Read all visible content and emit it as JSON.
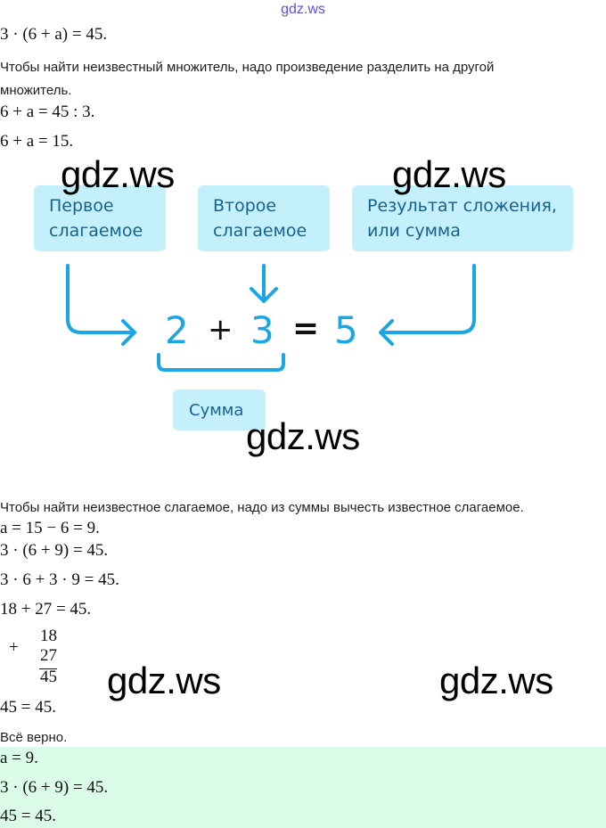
{
  "header": {
    "link_text": "gdz.ws"
  },
  "watermark": "gdz.ws",
  "lines": {
    "eq1": "3 · (6 + a) = 45.",
    "rule1_line1": "Чтобы найти неизвестный множитель, надо произведение разделить на другой",
    "rule1_line2": "множитель.",
    "eq2": "6 + a = 45 : 3.",
    "eq3": "6 + a = 15.",
    "rule2": "Чтобы найти неизвестное слагаемое, надо из суммы вычесть известное слагаемое.",
    "eq4": "a = 15 − 6 = 9.",
    "eq5": "3 · (6 + 9) = 45.",
    "eq6": "3 · 6 + 3 · 9 = 45.",
    "eq7": "18 + 27 = 45.",
    "eq8": "45 = 45.",
    "check": "Всё верно."
  },
  "column_addition": {
    "sign": "+",
    "a": "18",
    "b": "27",
    "result": "45"
  },
  "answer": {
    "a": "a = 9.",
    "check1": "3 · (6 + 9) = 45.",
    "check2": "45 = 45."
  },
  "diagram": {
    "box_first": [
      "Первое",
      "слагаемое"
    ],
    "box_second": [
      "Второе",
      "слагаемое"
    ],
    "box_result": [
      "Результат сложения,",
      "или сумма"
    ],
    "box_sum": "Сумма",
    "num1": "2",
    "plus": "+",
    "num2": "3",
    "equals": "=",
    "num3": "5",
    "colors": {
      "accent": "#1aa6e4",
      "box_bg": "#c4f0fb",
      "box_text": "#17628e"
    }
  }
}
